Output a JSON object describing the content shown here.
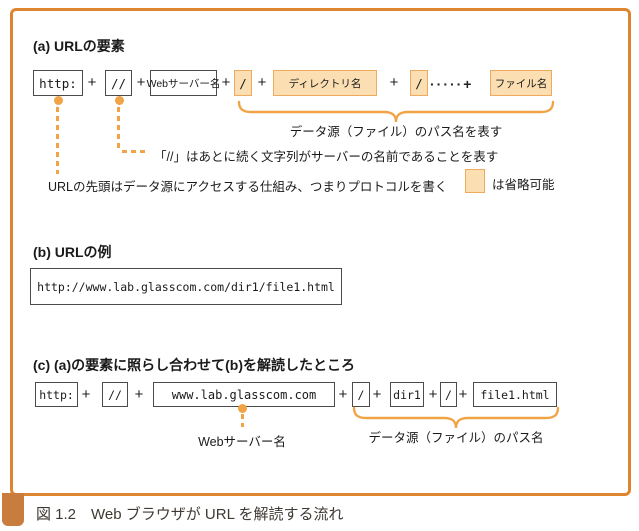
{
  "figure": {
    "section_a": {
      "heading": "(a) URLの要素",
      "boxes": {
        "protocol": "http:",
        "double_slash": "//",
        "server": "Webサーバー名",
        "slash1": "/",
        "directory": "ディレクトリ名",
        "slash2": "/",
        "file": "ファイル名"
      },
      "dots_plus": "·····+",
      "brace_label": "データ源（ファイル）のパス名を表す",
      "annotation_double_slash": "「//」はあとに続く文字列がサーバーの名前であることを表す",
      "annotation_protocol": "URLの先頭はデータ源にアクセスする仕組み、つまりプロトコルを書く",
      "legend_label": "は省略可能"
    },
    "section_b": {
      "heading": "(b) URLの例",
      "url": "http://www.lab.glasscom.com/dir1/file1.html"
    },
    "section_c": {
      "heading": "(c) (a)の要素に照らし合わせて(b)を解読したところ",
      "boxes": {
        "protocol": "http:",
        "double_slash": "//",
        "server": "www.lab.glasscom.com",
        "slash1": "/",
        "directory": "dir1",
        "slash2": "/",
        "file": "file1.html"
      },
      "server_label": "Webサーバー名",
      "brace_label": "データ源（ファイル）のパス名"
    },
    "caption": "図 1.2　Web ブラウザが URL を解読する流れ"
  },
  "symbols": {
    "plus": "+"
  },
  "colors": {
    "frame_border": "#de8530",
    "accent_orange": "#f0a445",
    "optional_fill": "#fbdfb2",
    "optional_border": "#eeab5e",
    "caption_tab": "#c87c3e"
  }
}
